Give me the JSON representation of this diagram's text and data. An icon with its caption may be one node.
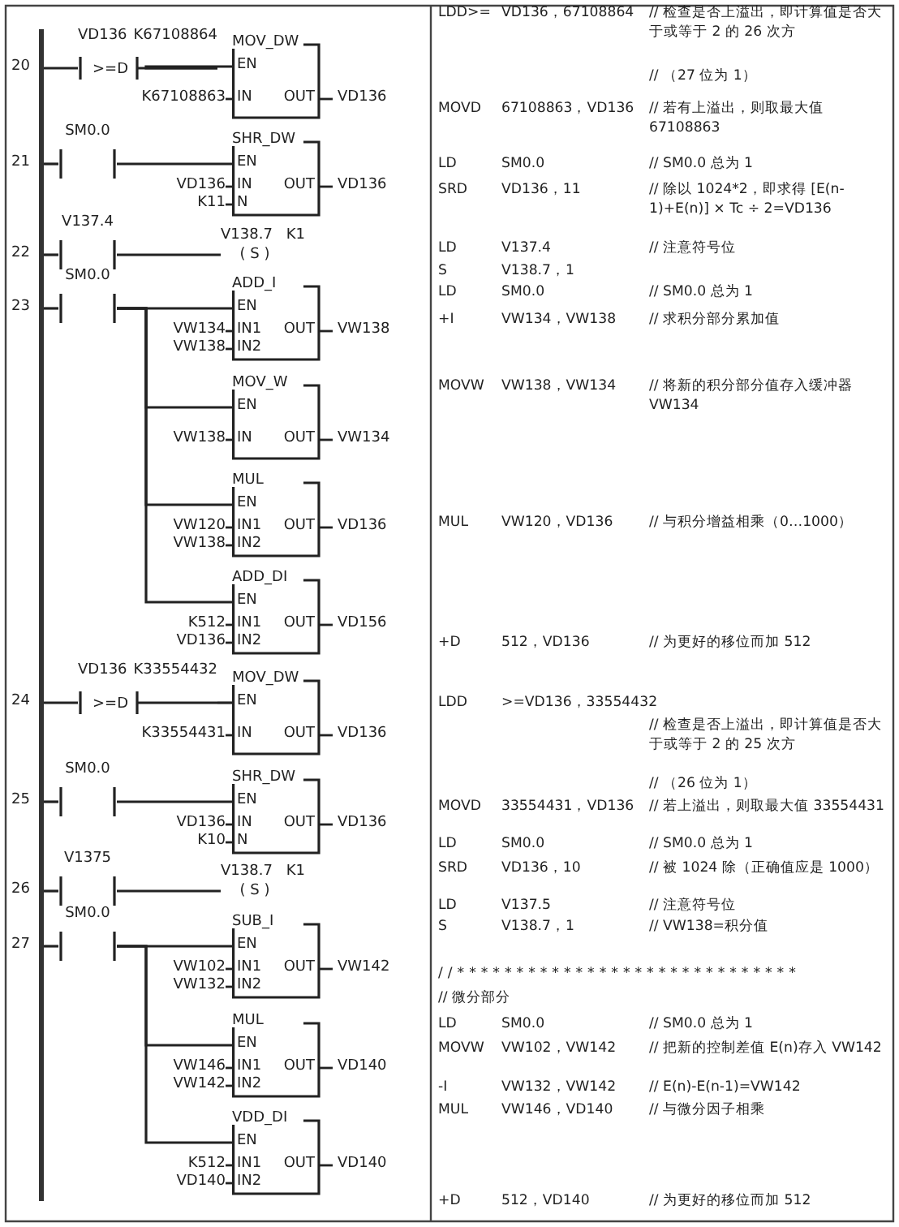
{
  "diagram": {
    "nodes": [
      {
        "text": [],
        "shape": "bar"
      },
      {
        "text": [
          "VD136",
          "K67108864",
          ">=D"
        ]
      },
      {
        "text": [
          "MOV_DW",
          "EN",
          "IN",
          "OUT"
        ],
        "beside": [
          "K67108863",
          "VD136"
        ]
      },
      {
        "text": [
          "SM0.0"
        ]
      },
      {
        "text": [
          "SHR_DW",
          "EN",
          "IN",
          "OUT",
          "N"
        ],
        "beside": [
          "VD136",
          "VD136",
          "K11"
        ]
      },
      {
        "text": [
          "V137.4"
        ]
      },
      {
        "text": [
          "V138.7",
          "K1",
          "( S )"
        ]
      },
      {
        "text": [
          "SM0.0"
        ]
      },
      {
        "text": [
          "ADD_I",
          "EN",
          "IN1",
          "OUT",
          "IN2"
        ],
        "beside": [
          "VW134",
          "VW138",
          "VW138"
        ]
      },
      {
        "text": [
          "MOV_W",
          "EN",
          "IN",
          "OUT"
        ],
        "beside": [
          "VW138",
          "VW134"
        ]
      },
      {
        "text": [
          "MUL",
          "EN",
          "IN1",
          "OUT",
          "IN2"
        ],
        "beside": [
          "VW120",
          "VD136",
          "VW138"
        ]
      },
      {
        "text": [
          "ADD_DI",
          "EN",
          "IN1",
          "OUT",
          "IN2"
        ],
        "beside": [
          "K512",
          "VD156",
          "VD136"
        ]
      },
      {
        "text": [
          "VD136",
          "K33554432",
          ">=D"
        ]
      },
      {
        "text": [
          "MOV_DW",
          "EN",
          "IN",
          "OUT"
        ],
        "beside": [
          "K33554431",
          "VD136"
        ]
      },
      {
        "text": [
          "SM0.0"
        ]
      },
      {
        "text": [
          "SHR_DW",
          "EN",
          "IN",
          "OUT",
          "N"
        ],
        "beside": [
          "VD136",
          "VD136",
          "K10"
        ]
      },
      {
        "text": [
          "V1375"
        ]
      },
      {
        "text": [
          "V138.7",
          "K1",
          "( S )"
        ]
      },
      {
        "text": [
          "SM0.0"
        ]
      },
      {
        "text": [
          "SUB_I",
          "EN",
          "IN1",
          "OUT",
          "IN2"
        ],
        "beside": [
          "VW102",
          "VW142",
          "VW132"
        ]
      },
      {
        "text": [
          "MUL",
          "EN",
          "IN1",
          "OUT",
          "IN2"
        ],
        "beside": [
          "VW146",
          "VD140",
          "VW142"
        ]
      },
      {
        "text": [
          "VDD_DI",
          "EN",
          "IN1",
          "OUT",
          "IN2"
        ],
        "beside": [
          "K512",
          "VD140",
          "VD140"
        ]
      }
    ],
    "edges": [
      {
        "from": 0,
        "to": 1,
        "arrow": "none"
      },
      {
        "from": 1,
        "to": 2,
        "arrow": "none"
      },
      {
        "from": 0,
        "to": 3,
        "arrow": "none"
      },
      {
        "from": 3,
        "to": 4,
        "arrow": "none"
      },
      {
        "from": 0,
        "to": 5,
        "arrow": "none"
      },
      {
        "from": 5,
        "to": 6,
        "arrow": "none"
      },
      {
        "from": 0,
        "to": 7,
        "arrow": "none"
      },
      {
        "from": 7,
        "to": 8,
        "arrow": "none"
      },
      {
        "from": 7,
        "to": 9,
        "arrow": "none"
      },
      {
        "from": 7,
        "to": 10,
        "arrow": "none"
      },
      {
        "from": 7,
        "to": 11,
        "arrow": "none"
      },
      {
        "from": 0,
        "to": 12,
        "arrow": "none"
      },
      {
        "from": 12,
        "to": 13,
        "arrow": "none"
      },
      {
        "from": 0,
        "to": 14,
        "arrow": "none"
      },
      {
        "from": 14,
        "to": 15,
        "arrow": "none"
      },
      {
        "from": 0,
        "to": 16,
        "arrow": "none"
      },
      {
        "from": 16,
        "to": 17,
        "arrow": "none"
      },
      {
        "from": 0,
        "to": 18,
        "arrow": "none"
      },
      {
        "from": 18,
        "to": 19,
        "arrow": "none"
      },
      {
        "from": 18,
        "to": 20,
        "arrow": "none"
      },
      {
        "from": 18,
        "to": 21,
        "arrow": "none"
      }
    ],
    "labels": [
      "20",
      "21",
      "22",
      "23",
      "24",
      "25",
      "26",
      "27",
      "LDD>=",
      "VD136，67108864",
      "// 检查是否上溢出，即计算值是否大于或等于 2 的 26 次方",
      "// （27 位为 1）",
      "MOVD",
      "67108863，VD136",
      "// 若有上溢出，则取最大值 67108863",
      "LD",
      "SM0.0",
      "// SM0.0 总为 1",
      "SRD",
      "VD136，11",
      "// 除以 1024*2，即求得 [E(n-1)+E(n)] × Tc ÷ 2=VD136",
      "LD",
      "V137.4",
      "// 注意符号位",
      "S",
      "V138.7，1",
      "LD",
      "SM0.0",
      "// SM0.0 总为 1",
      "+I",
      "VW134，VW138",
      "// 求积分部分累加值",
      "MOVW",
      "VW138，VW134",
      "// 将新的积分部分值存入缓冲器 VW134",
      "MUL",
      "VW120，VD136",
      "// 与积分增益相乘（0…1000）",
      "+D",
      "512，VD136",
      "// 为更好的移位而加 512",
      "LDD",
      ">=VD136，33554432",
      "// 检查是否上溢出，即计算值是否大于或等于 2 的 25 次方",
      "// （26 位为 1）",
      "MOVD",
      "33554431，VD136",
      "// 若上溢出，则取最大值 33554431",
      "LD",
      "SM0.0",
      "// SM0.0 总为 1",
      "SRD",
      "VD136，10",
      "// 被 1024 除（正确值应是 1000）",
      "LD",
      "V137.5",
      "// 注意符号位",
      "S",
      "V138.7，1",
      "// VW138=积分值",
      "//*****************************",
      "// 微分部分",
      "LD",
      "SM0.0",
      "// SM0.0 总为 1",
      "MOVW",
      "VW102，VW142",
      "// 把新的控制差值 E(n)存入 VW142",
      "-I",
      "VW132，VW142",
      "// E(n)-E(n-1)=VW142",
      "MUL",
      "VW146，VD140",
      "// 与微分因子相乘",
      "+D",
      "512，VD140",
      "// 为更好的移位而加 512"
    ]
  }
}
